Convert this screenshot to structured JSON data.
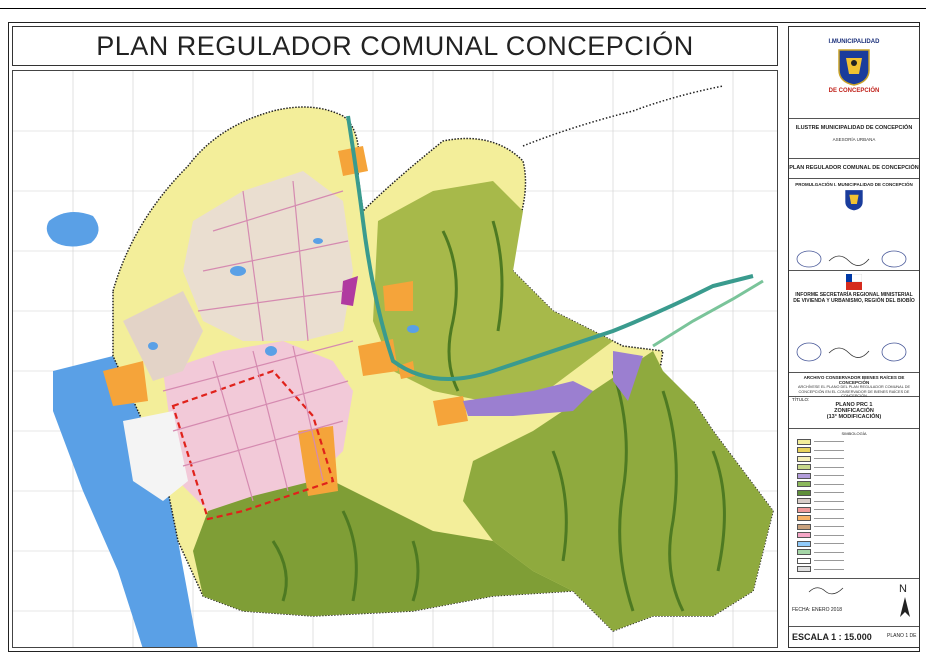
{
  "title": "PLAN REGULADOR COMUNAL CONCEPCIÓN",
  "sidebar": {
    "municipality_top": "I.MUNICIPALIDAD",
    "municipality_bottom": "DE CONCEPCIÓN",
    "issuer": "ILUSTRE MUNICIPALIDAD DE CONCEPCIÓN",
    "office": "ASESORÍA URBANA",
    "plan_name": "PLAN REGULADOR COMUNAL DE CONCEPCIÓN",
    "promulgation": "PROMULGACIÓN I. MUNICIPALIDAD DE CONCEPCIÓN",
    "seremi": "INFORME SECRETARÍA REGIONAL MINISTERIAL DE VIVIENDA Y URBANISMO, REGIÓN DEL BIOBÍO",
    "archive_title": "ARCHIVO CONSERVADOR BIENES RAÍCES DE CONCEPCIÓN",
    "archive_text": "ARCHÍVESE EL PLANO DEL PLAN REGULADOR COMUNAL DE CONCEPCIÓN EN EL CONSERVADOR DE BIENES RAÍCES DE CONCEPCIÓN",
    "titulo_label": "TÍTULO:",
    "plano": "PLANO PRC 1",
    "zonificacion": "ZONIFICACIÓN",
    "modificacion": "(13° MODIFICACIÓN)",
    "simbologia": "SIMBOLOGÍA",
    "fecha": "FECHA: ENERO 2018",
    "escala": "ESCALA 1 : 15.000",
    "plano_num": "PLANO 1 DE",
    "north": "N",
    "legend_colors": [
      "#f3ee9a",
      "#e8d35a",
      "#f5f0b8",
      "#c8d88a",
      "#b39ddb",
      "#8cb85c",
      "#5f8f3a",
      "#d7ccc8",
      "#ef9a9a",
      "#f7b267",
      "#c9a27e",
      "#f4a6c6",
      "#90caf9",
      "#a5d6a7",
      "#ffffff",
      "#e0e0e0"
    ]
  },
  "colors": {
    "sea": "#5aa0e6",
    "river": "#3a9b8e",
    "urban": "#f2c9d8",
    "yellow": "#f3ee9a",
    "green": "#8faa3e",
    "darkgreen": "#5f8a2a",
    "orange": "#f5a43a"
  }
}
